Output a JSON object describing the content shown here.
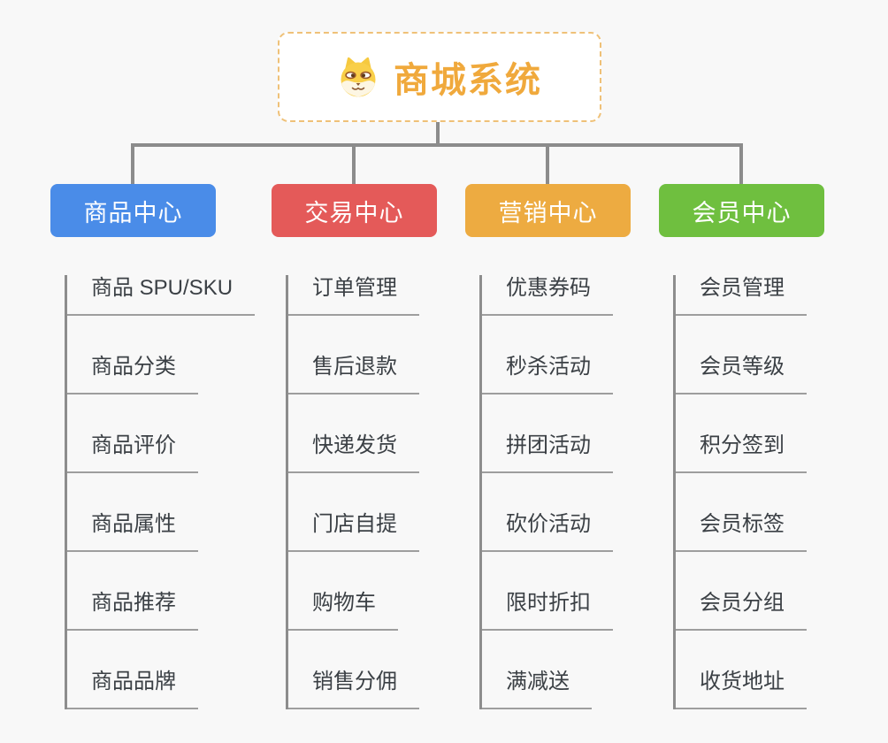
{
  "root": {
    "title": "商城系统",
    "icon": "shiba-dog-face"
  },
  "branches": [
    {
      "label": "商品中心",
      "color": "#4a8ce8",
      "children": [
        "商品 SPU/SKU",
        "商品分类",
        "商品评价",
        "商品属性",
        "商品推荐",
        "商品品牌"
      ]
    },
    {
      "label": "交易中心",
      "color": "#e45a59",
      "children": [
        "订单管理",
        "售后退款",
        "快递发货",
        "门店自提",
        "购物车",
        "销售分佣"
      ]
    },
    {
      "label": "营销中心",
      "color": "#edab41",
      "children": [
        "优惠券码",
        "秒杀活动",
        "拼团活动",
        "砍价活动",
        "限时折扣",
        "满减送"
      ]
    },
    {
      "label": "会员中心",
      "color": "#6fbf3f",
      "children": [
        "会员管理",
        "会员等级",
        "积分签到",
        "会员标签",
        "会员分组",
        "收货地址"
      ]
    }
  ],
  "colors": {
    "background": "#f8f8f8",
    "connector": "#8c8c8c",
    "underline": "#9e9e9e",
    "root_accent": "#f0a93c",
    "root_border": "#efc178"
  }
}
